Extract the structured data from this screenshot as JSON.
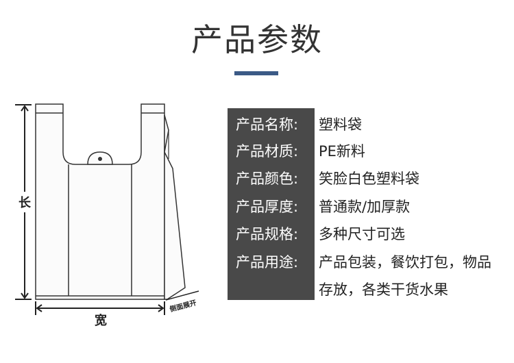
{
  "header": {
    "title": "产品参数"
  },
  "diagram": {
    "length_label": "长",
    "width_label": "宽",
    "side_label": "侧面展开"
  },
  "params": [
    {
      "label": "产品名称:",
      "value": "塑料袋"
    },
    {
      "label": "产品材质:",
      "value": "PE新料"
    },
    {
      "label": "产品颜色:",
      "value": "笑脸白色塑料袋"
    },
    {
      "label": "产品厚度:",
      "value": "普通款/加厚款"
    },
    {
      "label": "产品规格:",
      "value": "多种尺寸可选"
    },
    {
      "label": "产品用途:",
      "value": "产品包装，餐饮打包，物品"
    }
  ],
  "usage_continuation": "存放，各类干货水果",
  "colors": {
    "accent_bar": "#3b5a86",
    "label_bg": "#494949"
  }
}
